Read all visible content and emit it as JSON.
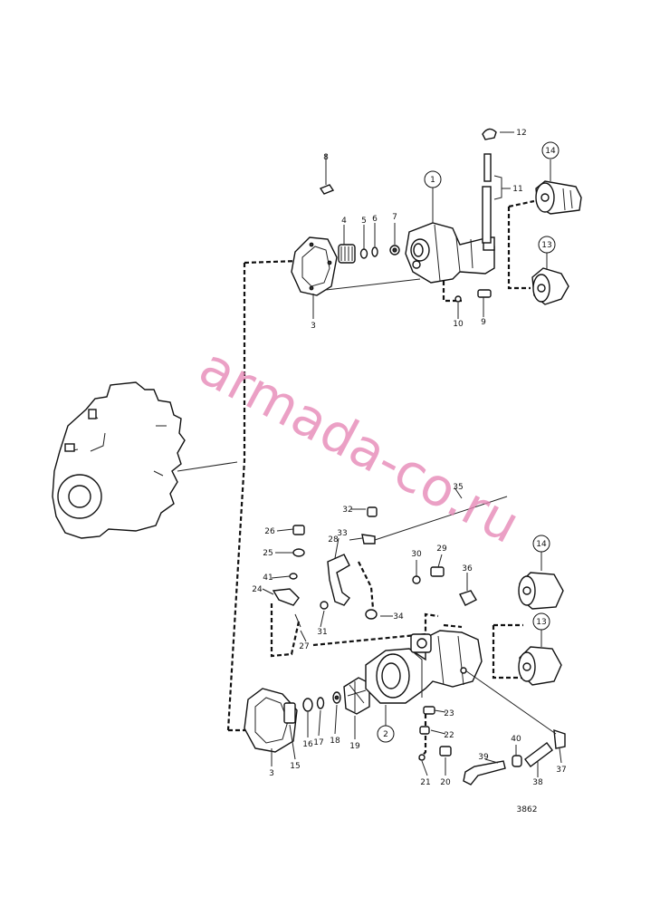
{
  "drawing": {
    "number": "3862",
    "watermark": "armada-co.ru"
  },
  "callouts": {
    "c1": "1",
    "c2": "2",
    "c3a": "3",
    "c3b": "3",
    "c4": "4",
    "c5": "5",
    "c6": "6",
    "c7": "7",
    "c8": "8",
    "c9": "9",
    "c10": "10",
    "c11": "11",
    "c12": "12",
    "c13a": "13",
    "c13b": "13",
    "c14a": "14",
    "c14b": "14",
    "c15": "15",
    "c16": "16",
    "c17": "17",
    "c18": "18",
    "c19": "19",
    "c20": "20",
    "c21": "21",
    "c22": "22",
    "c23": "23",
    "c24": "24",
    "c25": "25",
    "c26": "26",
    "c27": "27",
    "c28": "28",
    "c29": "29",
    "c30": "30",
    "c31": "31",
    "c32": "32",
    "c33": "33",
    "c34": "34",
    "c35": "35",
    "c36": "36",
    "c37": "37",
    "c38": "38",
    "c39": "39",
    "c40": "40",
    "c41": "41"
  }
}
